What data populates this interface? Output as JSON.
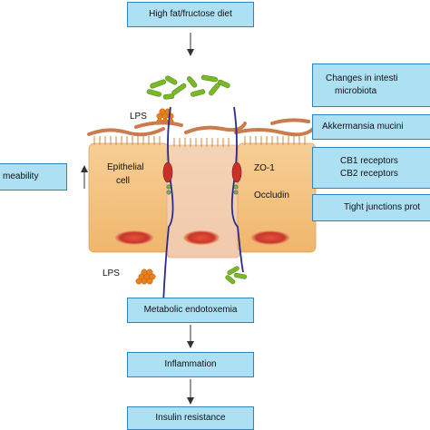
{
  "flow": {
    "diet": "High fat/fructose diet",
    "endotoxemia": "Metabolic endotoxemia",
    "inflammation": "Inflammation",
    "insulin": "Insulin resistance"
  },
  "left": {
    "permeability": "meability"
  },
  "right": {
    "microbiota_line1": "Changes in intesti",
    "microbiota_line2": "microbiota",
    "akkermansia": "Akkermansia mucini",
    "cb1": "CB1 receptors",
    "cb2": "CB2 receptors",
    "tight_junctions": "Tight junctions prot"
  },
  "labels": {
    "lps_top": "LPS",
    "lps_bottom": "LPS",
    "epithelial_line1": "Epithelial",
    "epithelial_line2": "cell",
    "zo1": "ZO-1",
    "occludin": "Occludin"
  },
  "colors": {
    "box_fill": "#aee0f4",
    "box_border": "#2a86c2",
    "cell_fill": "#f5c78a",
    "nucleus": "#d2402a",
    "bacteria_green": "#7ab829",
    "mucus": "#c97c4e",
    "lps_orange": "#e8801c",
    "junction_line": "#2a2a8a"
  }
}
